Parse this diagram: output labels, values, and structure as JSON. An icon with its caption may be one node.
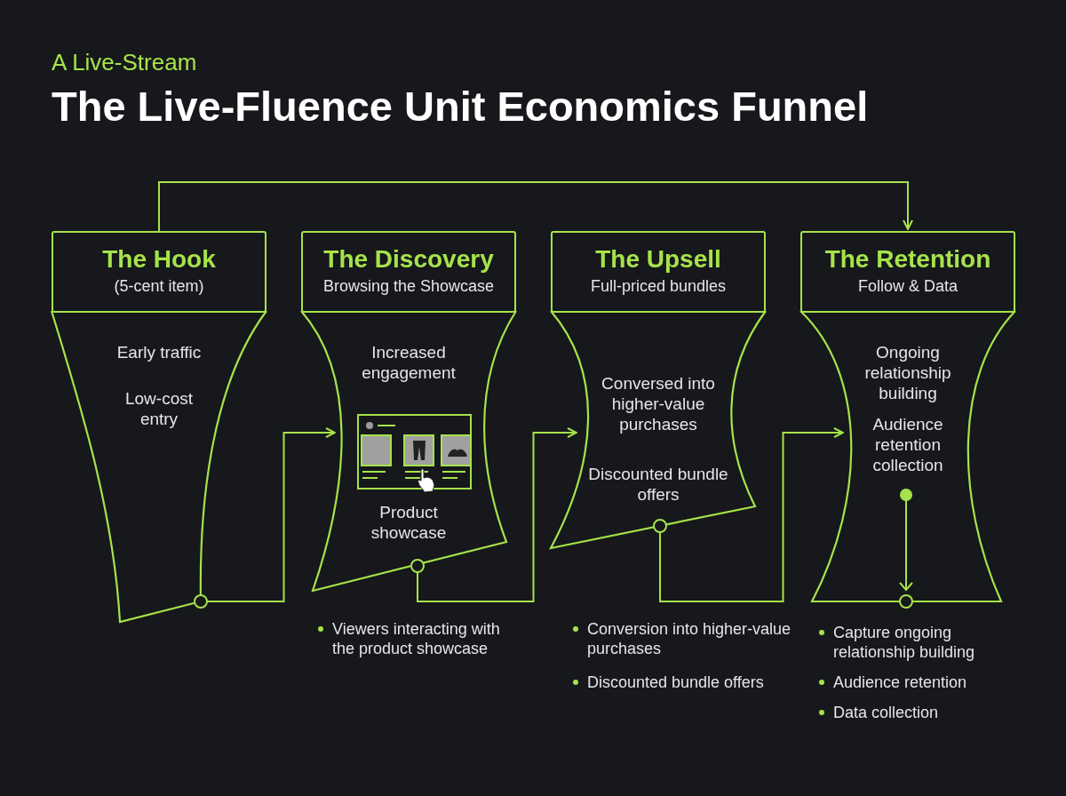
{
  "diagram": {
    "title": "The Live-Fluence Unit Economics Funnel",
    "nodes": [
      {
        "text": [
          "The Hook",
          "(5-cent item)"
        ]
      },
      {
        "text": [
          "Early traffic",
          "Low-cost entry"
        ]
      },
      {
        "text": [
          "The Discovery",
          "Browsing the Showcase"
        ]
      },
      {
        "text": [
          "Increased engagement",
          "Product showcase"
        ]
      },
      {
        "text": [
          "The Upsell",
          "Full-priced bundles"
        ]
      },
      {
        "text": [
          "Conversed into higher-value purchases",
          "Discounted bundle offers"
        ]
      },
      {
        "text": [
          "The Retention",
          "Follow & Data"
        ]
      },
      {
        "text": [
          "Ongoing relationship building",
          "Audience retention collection"
        ]
      }
    ],
    "edges": [
      {
        "from": 0,
        "to": 6,
        "arrow": "to"
      },
      {
        "from": 1,
        "to": 3,
        "arrow": "to"
      },
      {
        "from": 3,
        "to": 5,
        "arrow": "to"
      },
      {
        "from": 5,
        "to": 7,
        "arrow": "to"
      }
    ],
    "labels": [
      "A Live-Stream",
      "Viewers interacting with the product showcase",
      "Conversion into higher-value purchases",
      "Discounted bundle offers",
      "Capture ongoing relationship building",
      "Audience retention",
      "Data collection"
    ]
  }
}
